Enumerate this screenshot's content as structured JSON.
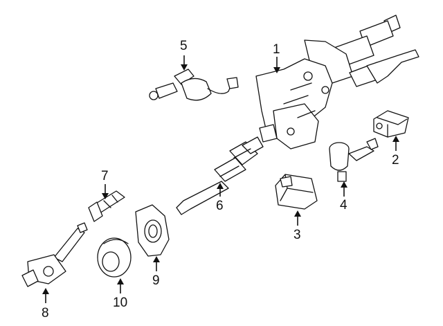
{
  "callouts": [
    {
      "id": "1",
      "text": "1"
    },
    {
      "id": "2",
      "text": "2"
    },
    {
      "id": "3",
      "text": "3"
    },
    {
      "id": "4",
      "text": "4"
    },
    {
      "id": "5",
      "text": "5"
    },
    {
      "id": "6",
      "text": "6"
    },
    {
      "id": "7",
      "text": "7"
    },
    {
      "id": "8",
      "text": "8"
    },
    {
      "id": "9",
      "text": "9"
    },
    {
      "id": "10",
      "text": "10"
    }
  ],
  "colors": {
    "line": "#111111",
    "background": "#ffffff"
  }
}
